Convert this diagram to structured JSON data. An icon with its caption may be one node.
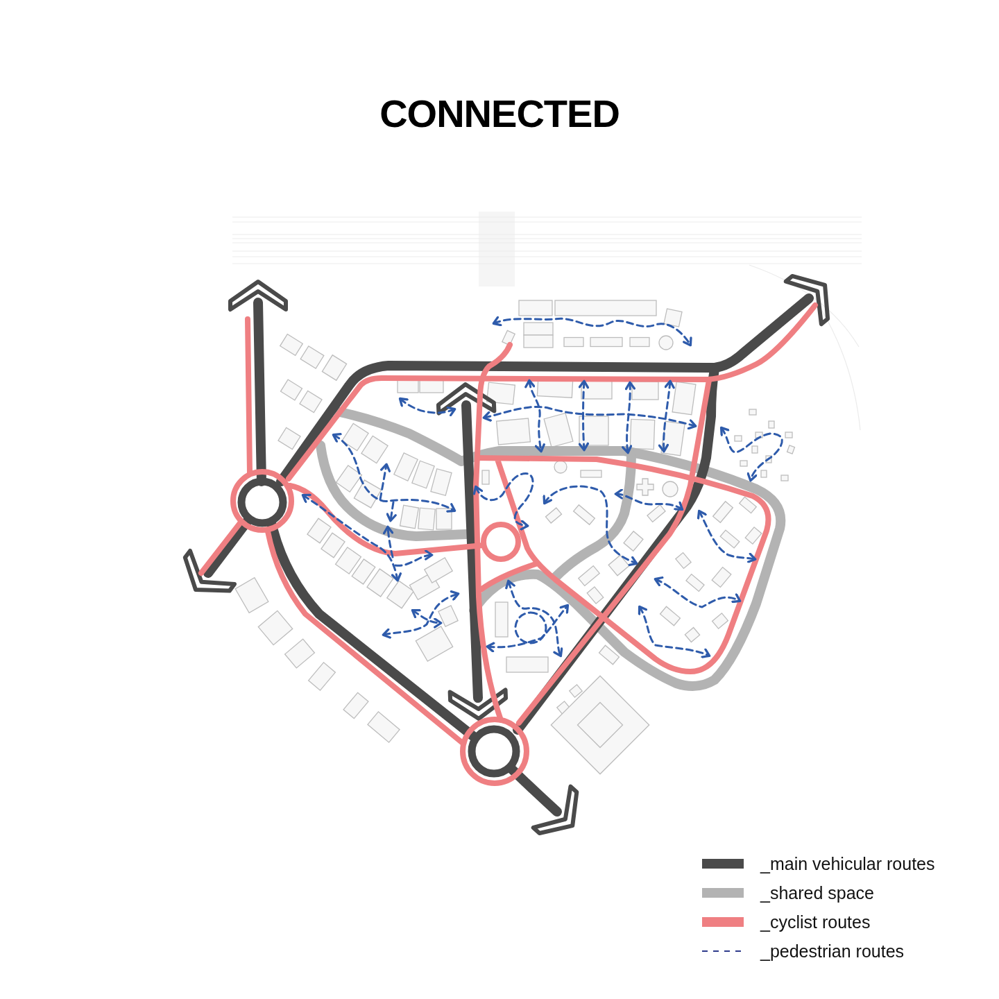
{
  "diagram": {
    "title": "CONNECTED",
    "legend": [
      {
        "text": "_main vehicular routes",
        "color": "#4a4a4a"
      },
      {
        "text": "_shared space",
        "color": "#b3b3b3"
      },
      {
        "text": "_cyclist routes",
        "color": "#ef7f82"
      },
      {
        "text": "_pedestrian routes"
      }
    ]
  }
}
